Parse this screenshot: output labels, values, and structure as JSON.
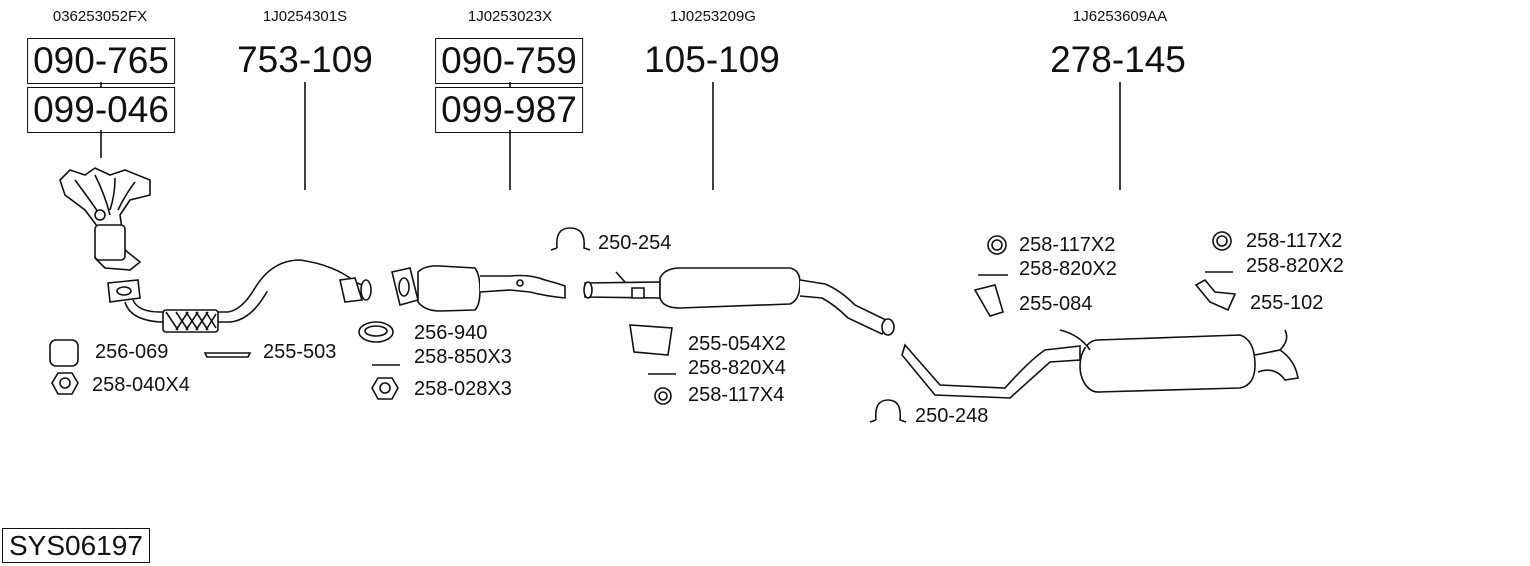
{
  "oe_numbers": [
    "036253052FX",
    "1J0254301S",
    "1J0253023X",
    "1J0253209G",
    "1J6253609AA"
  ],
  "main_parts": {
    "manifold": [
      "090-765",
      "099-046"
    ],
    "front_pipe": "753-109",
    "catalyst": [
      "090-759",
      "099-987"
    ],
    "middle_silencer": "105-109",
    "rear_silencer": "278-145"
  },
  "fittings": {
    "f256_069": "256-069",
    "f255_503": "255-503",
    "f258_040": "258-040X4",
    "f256_940": "256-940",
    "f258_850": "258-850X3",
    "f258_028": "258-028X3",
    "f250_254": "250-254",
    "f255_054": "255-054X2",
    "f258_820a": "258-820X4",
    "f258_117a": "258-117X4",
    "f250_248": "250-248",
    "f258_117b": "258-117X2",
    "f258_820b": "258-820X2",
    "f255_084": "255-084",
    "f258_117c": "258-117X2",
    "f258_820c": "258-820X2",
    "f255_102": "255-102"
  },
  "system_id": "SYS06197"
}
